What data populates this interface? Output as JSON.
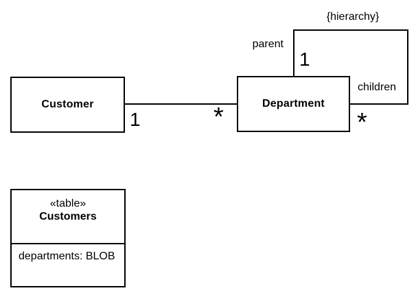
{
  "diagram": {
    "background_color": "#ffffff",
    "line_color": "#000000",
    "classes": {
      "customer": {
        "name": "Customer"
      },
      "department": {
        "name": "Department"
      }
    },
    "associations": {
      "customer_department": {
        "customer_end_multiplicity": "1",
        "department_end_multiplicity": "*"
      },
      "hierarchy": {
        "constraint": "{hierarchy}",
        "parent_role": "parent",
        "parent_multiplicity": "1",
        "children_role": "children",
        "children_multiplicity": "*"
      }
    },
    "table": {
      "stereotype": "«table»",
      "name": "Customers",
      "attributes": [
        "departments: BLOB"
      ]
    }
  }
}
